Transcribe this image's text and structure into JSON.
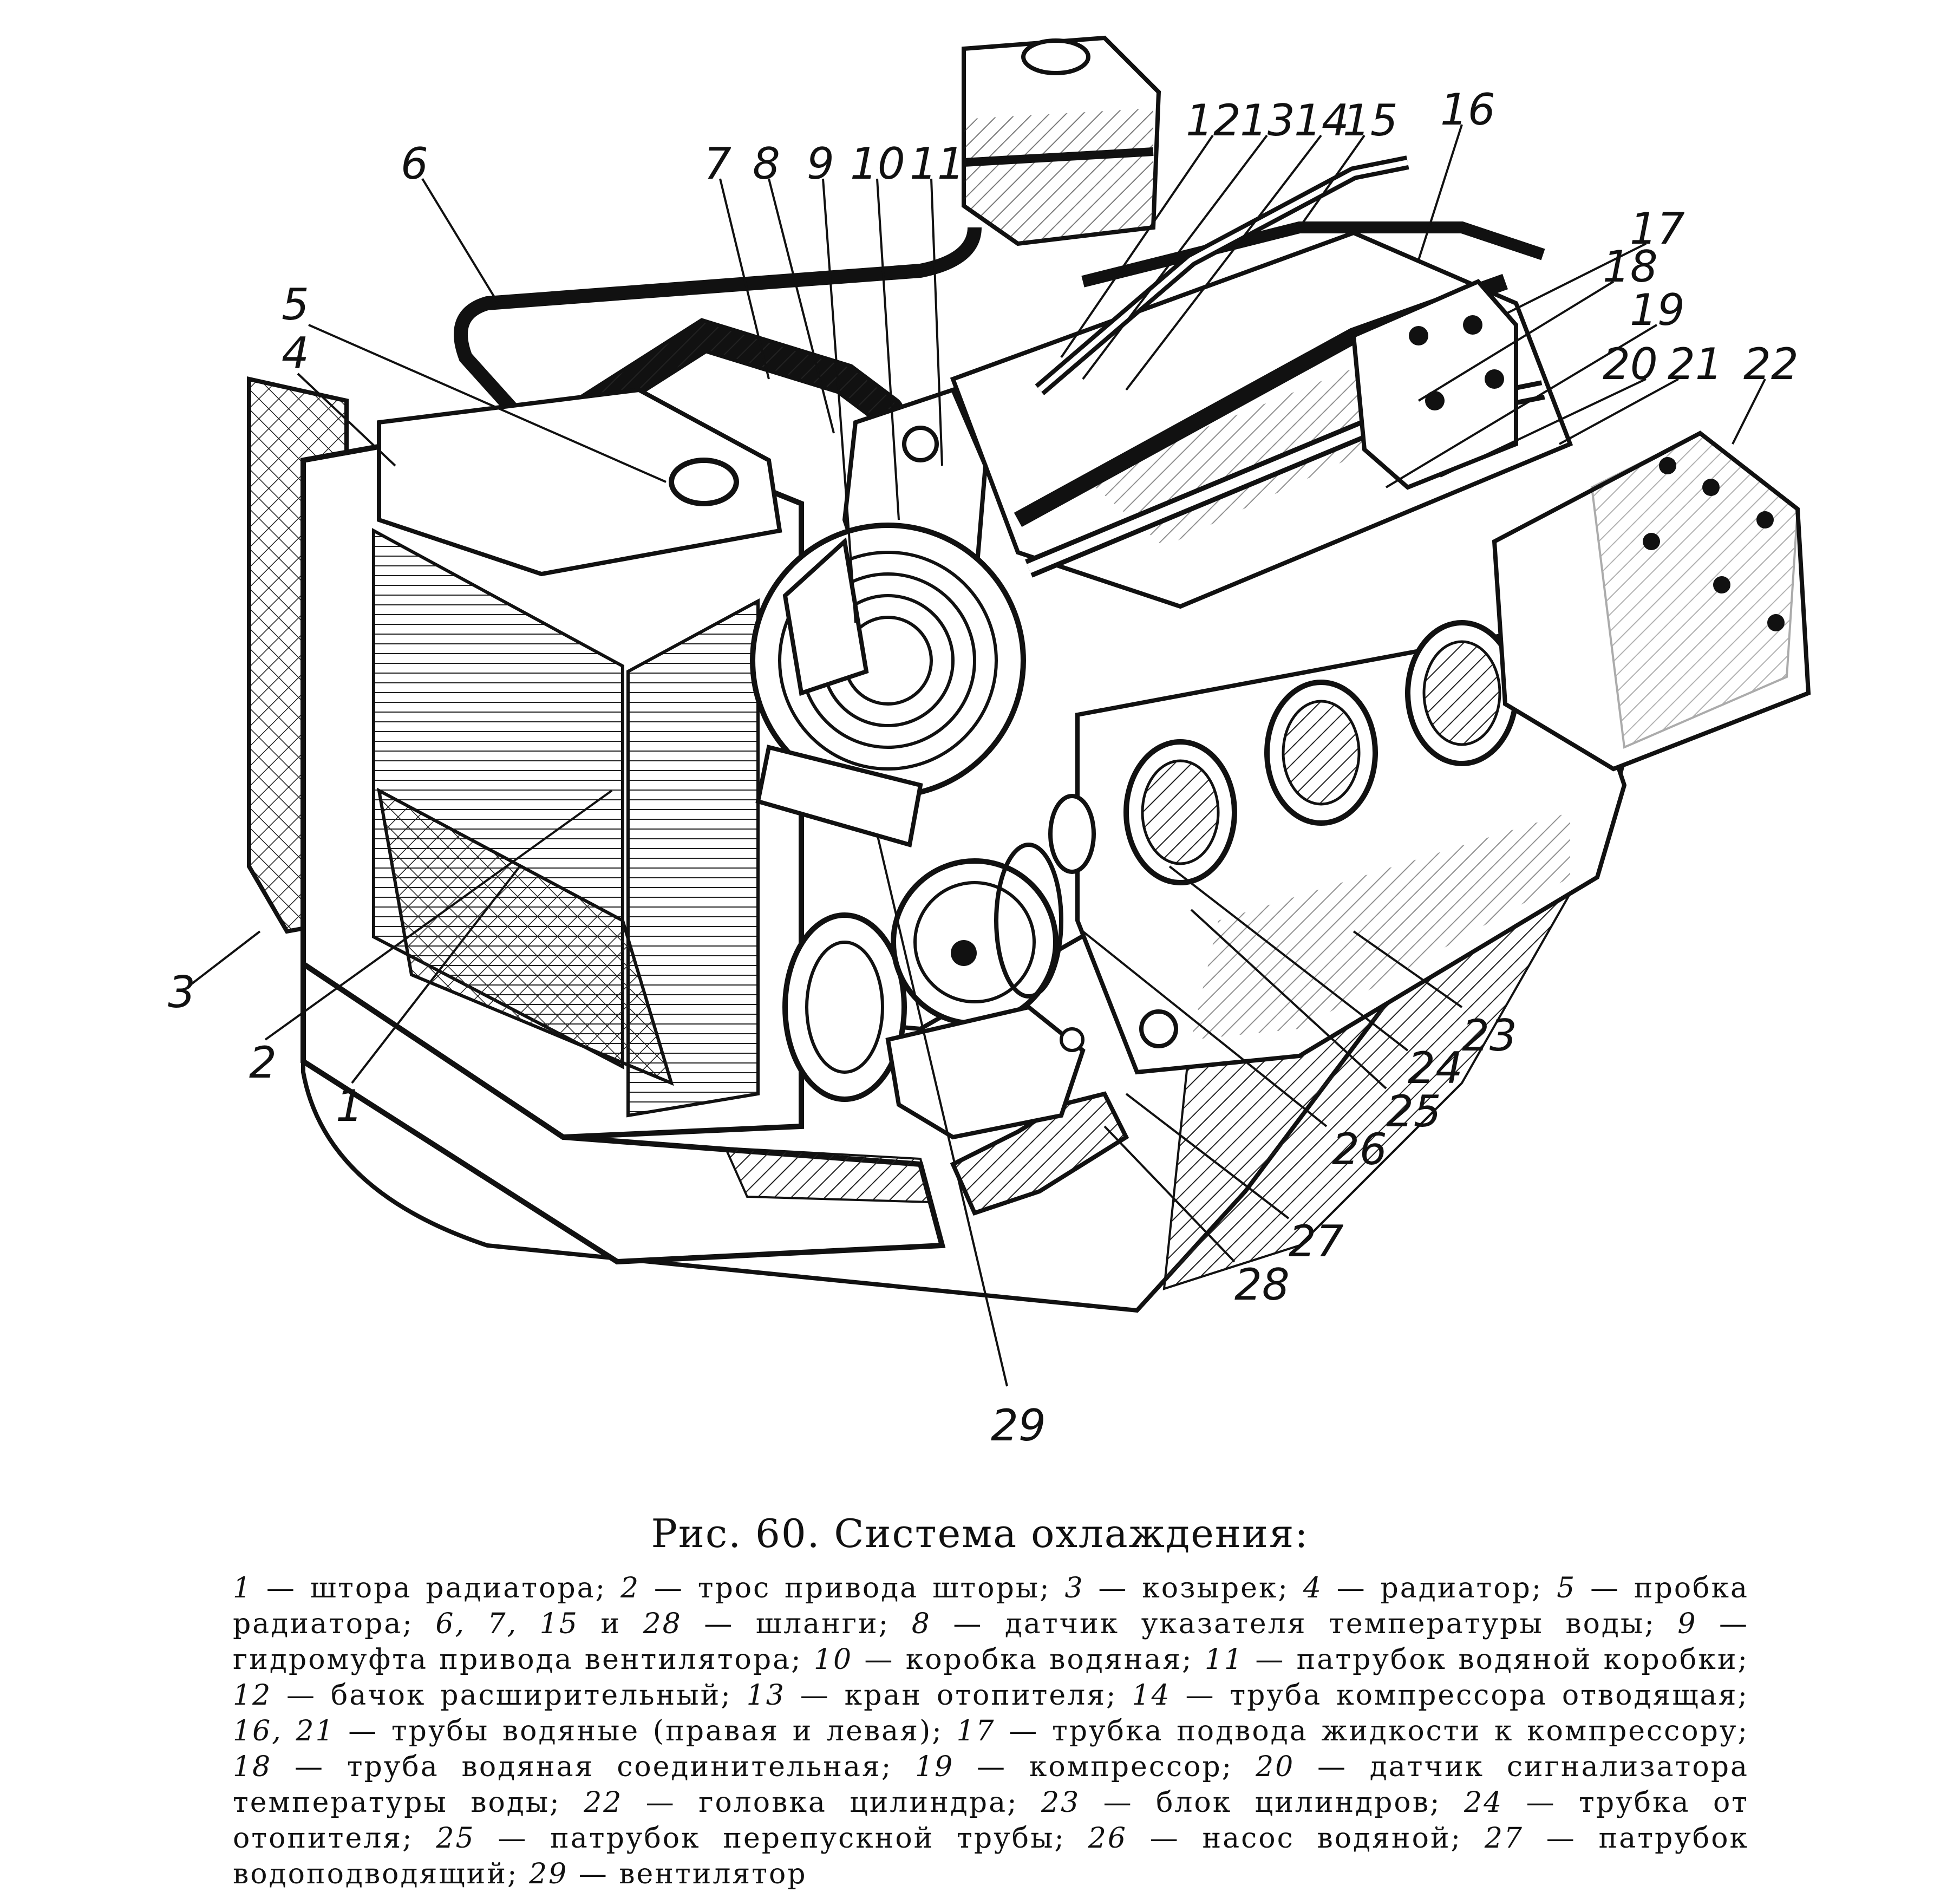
{
  "figure": {
    "callouts": [
      "1",
      "2",
      "3",
      "4",
      "5",
      "6",
      "7",
      "8",
      "9",
      "10",
      "11",
      "12",
      "13",
      "14",
      "15",
      "16",
      "17",
      "18",
      "19",
      "20",
      "21",
      "22",
      "23",
      "24",
      "25",
      "26",
      "27",
      "28",
      "29"
    ]
  },
  "caption": {
    "title": "Рис. 60. Система охлаждения:",
    "legend": [
      {
        "n": "1",
        "sep": " — ",
        "text": "штора радиатора; "
      },
      {
        "n": "2",
        "sep": " — ",
        "text": "трос привода шторы; "
      },
      {
        "n": "3",
        "sep": " — ",
        "text": "козырек; "
      },
      {
        "n": "4",
        "sep": " — ",
        "text": "радиатор; "
      },
      {
        "n": "5",
        "sep": " — ",
        "text": "пробка радиатора; "
      },
      {
        "n": "6, 7, 15",
        "sep": " и ",
        "text": ""
      },
      {
        "n": "28",
        "sep": " — ",
        "text": "шланги; "
      },
      {
        "n": "8",
        "sep": " — ",
        "text": "датчик указателя температуры воды; "
      },
      {
        "n": "9",
        "sep": " — ",
        "text": "гидромуфта привода вентилятора; "
      },
      {
        "n": "10",
        "sep": " — ",
        "text": "коробка водяная; "
      },
      {
        "n": "11",
        "sep": " — ",
        "text": "патрубок водяной коробки; "
      },
      {
        "n": "12",
        "sep": " — ",
        "text": "бачок расширительный; "
      },
      {
        "n": "13",
        "sep": " — ",
        "text": "кран отопителя; "
      },
      {
        "n": "14",
        "sep": " — ",
        "text": "труба компрессора отводящая; "
      },
      {
        "n": "16, 21",
        "sep": " — ",
        "text": "трубы водяные (правая и левая); "
      },
      {
        "n": "17",
        "sep": " — ",
        "text": "трубка подвода жидкости к компрессору; "
      },
      {
        "n": "18",
        "sep": " — ",
        "text": "труба водяная соединительная; "
      },
      {
        "n": "19",
        "sep": " — ",
        "text": "компрессор; "
      },
      {
        "n": "20",
        "sep": " — ",
        "text": "датчик сигнализатора температуры воды; "
      },
      {
        "n": "22",
        "sep": " — ",
        "text": "головка цилиндра; "
      },
      {
        "n": "23",
        "sep": " — ",
        "text": "блок цилиндров; "
      },
      {
        "n": "24",
        "sep": " — ",
        "text": "трубка от отопителя; "
      },
      {
        "n": "25",
        "sep": " — ",
        "text": "патрубок перепускной трубы; "
      },
      {
        "n": "26",
        "sep": " — ",
        "text": "насос водяной; "
      },
      {
        "n": "27",
        "sep": " — ",
        "text": "патрубок водоподводящий; "
      },
      {
        "n": "29",
        "sep": " — ",
        "text": "вентилятор"
      }
    ]
  }
}
